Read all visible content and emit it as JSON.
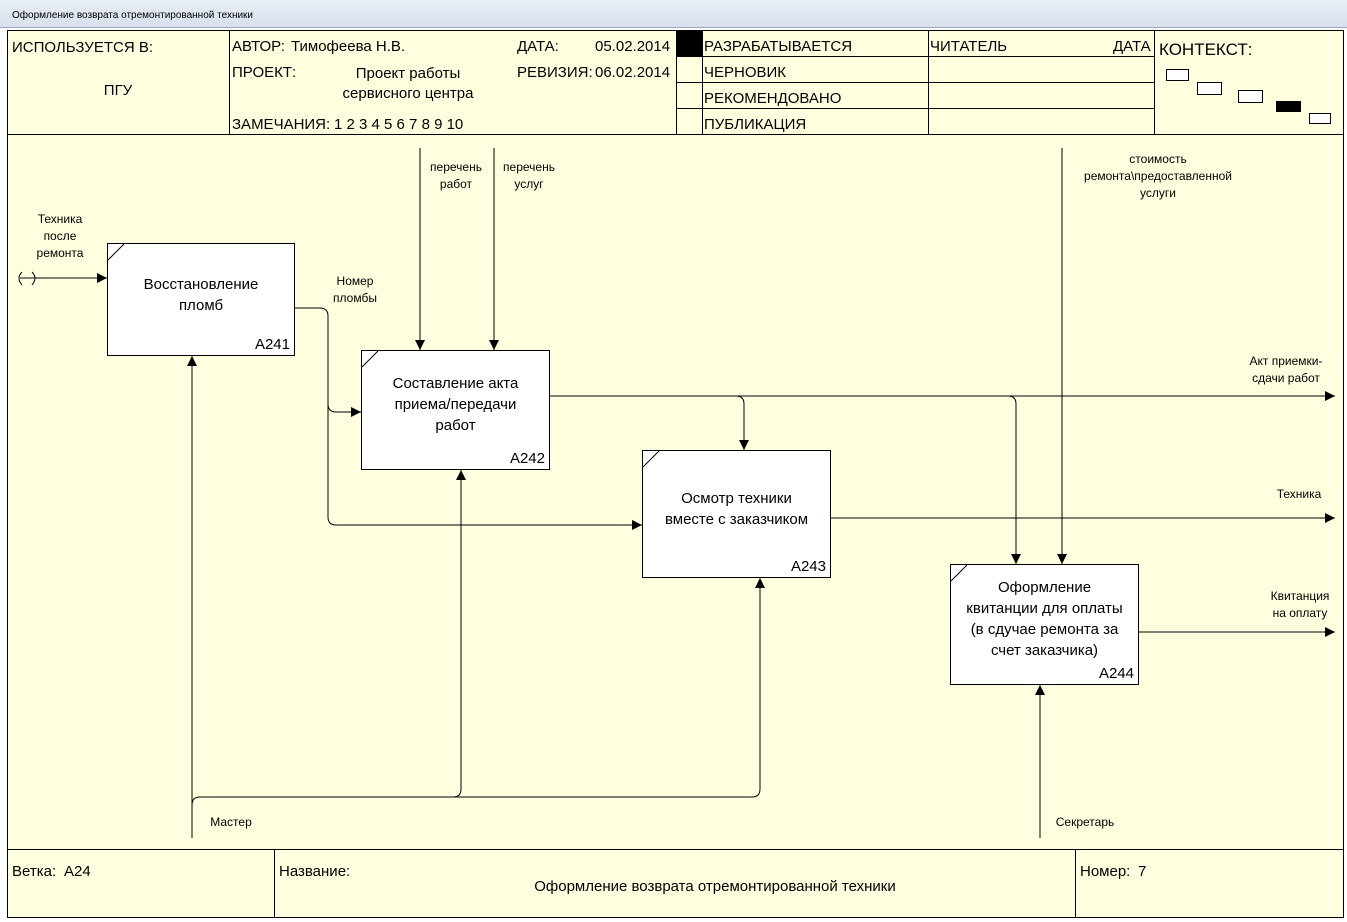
{
  "window": {
    "title": "Оформление возврата отремонтированной техники"
  },
  "header": {
    "used_in_label": "ИСПОЛЬЗУЕТСЯ В:",
    "used_in_value": "ПГУ",
    "author_label": "АВТОР:",
    "author_value": "Тимофеева Н.В.",
    "project_label": "ПРОЕКТ:",
    "project_value_line1": "Проект работы",
    "project_value_line2": "сервисного центра",
    "notes_label": "ЗАМЕЧАНИЯ:",
    "notes_value": "1 2 3 4 5 6 7 8 9 10",
    "date_label": "ДАТА:",
    "date_value": "05.02.2014",
    "revision_label": "РЕВИЗИЯ:",
    "revision_value": "06.02.2014",
    "status_items": [
      "РАЗРАБАТЫВАЕТСЯ",
      "ЧЕРНОВИК",
      "РЕКОМЕНДОВАНО",
      "ПУБЛИКАЦИЯ"
    ],
    "reader_label": "ЧИТАТЕЛЬ",
    "reader_date_label": "ДАТА",
    "context_label": "КОНТЕКСТ:"
  },
  "boxes": [
    {
      "name_lines": [
        "Восстановление",
        "пломб"
      ],
      "code": "A241"
    },
    {
      "name_lines": [
        "Составление акта",
        "приема/передачи",
        "работ"
      ],
      "code": "A242"
    },
    {
      "name_lines": [
        "Осмотр техники",
        "вместе с заказчиком"
      ],
      "code": "A243"
    },
    {
      "name_lines": [
        "Оформление",
        "квитанции для оплаты",
        "(в сдучае ремонта за",
        "счет заказчика)"
      ],
      "code": "A244"
    }
  ],
  "arrow_labels": {
    "input_tech": [
      "Техника",
      "после",
      "ремонта"
    ],
    "seal_number": [
      "Номер",
      "пломбы"
    ],
    "work_list": [
      "перечень",
      "работ"
    ],
    "service_list": [
      "перечень",
      "услуг"
    ],
    "cost": [
      "стоимость",
      "ремонта\\предоставленной",
      "услуги"
    ],
    "act_output": [
      "Акт приемки-",
      "сдачи работ"
    ],
    "tech_output": [
      "Техника"
    ],
    "receipt_output": [
      "Квитанция",
      "на оплату"
    ],
    "master": [
      "Мастер"
    ],
    "secretary": [
      "Секретарь"
    ]
  },
  "footer": {
    "node_label": "Ветка:",
    "node_value": "A24",
    "name_label": "Название:",
    "name_value": "Оформление возврата отремонтированной техники",
    "number_label": "Номер:",
    "number_value": "7"
  }
}
